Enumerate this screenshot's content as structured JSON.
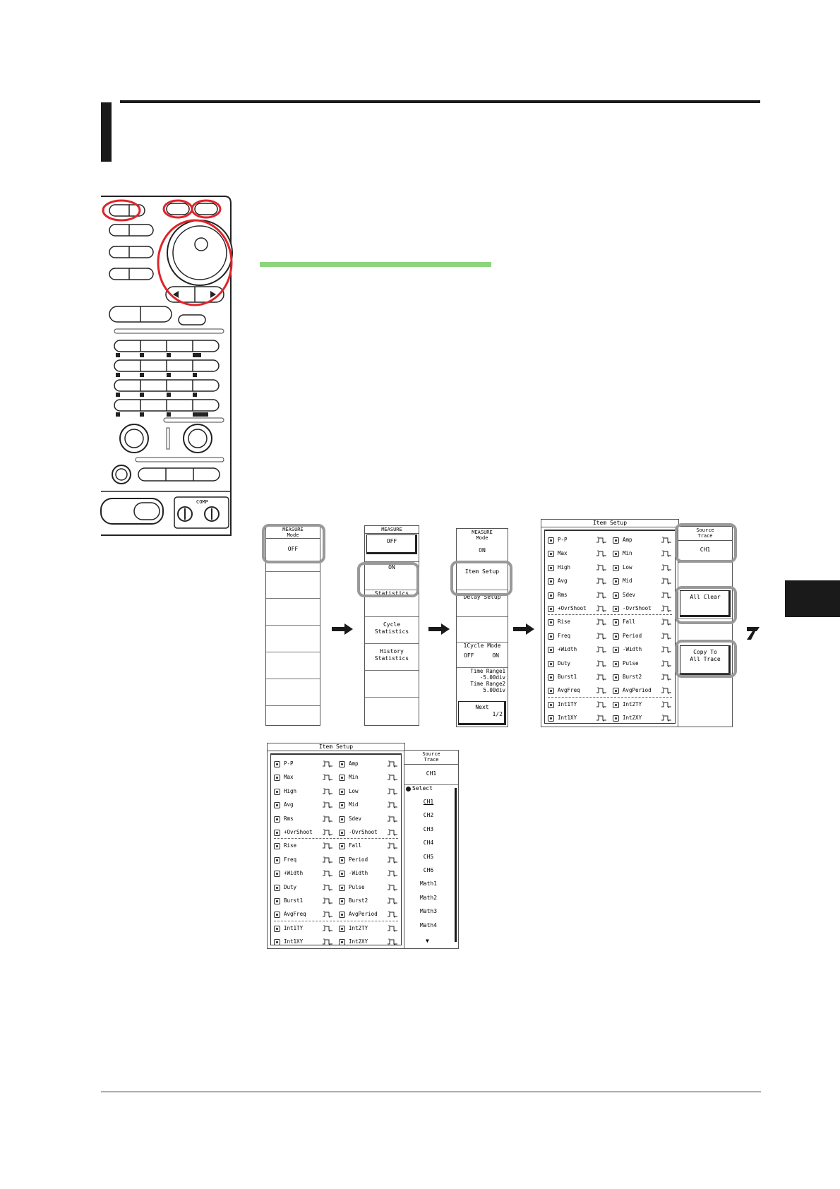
{
  "diagram1": {
    "menu_measure_off": {
      "header": "MEASURE\nMode",
      "value": "OFF"
    },
    "menu_measure_on": {
      "header": "MEASURE",
      "keys": [
        "OFF",
        "ON",
        "Statistics",
        "Cycle\nStatistics",
        "History\nStatistics"
      ]
    },
    "menu_measure_setup": {
      "header": "MEASURE\nMode",
      "mode_value": "ON",
      "keys": [
        "Item Setup",
        "Delay Setup"
      ],
      "cycle_mode": {
        "label": "1Cycle Mode",
        "off": "OFF",
        "on": "ON"
      },
      "time_range1_label": "Time Range1",
      "time_range1_value": "-5.00div",
      "time_range2_label": "Time Range2",
      "time_range2_value": "5.00div",
      "next_label": "Next",
      "next_page": "1/2"
    },
    "item_setup": {
      "title": "Item Setup",
      "source_header": "Source\nTrace",
      "source_value": "CH1",
      "all_clear": "All Clear",
      "copy_to_all": "Copy To\nAll Trace"
    }
  },
  "diagram2": {
    "item_setup_title": "Item Setup",
    "source_header": "Source\nTrace",
    "source_value": "CH1",
    "select_label": "Select",
    "channels": [
      "CH1",
      "CH2",
      "CH3",
      "CH4",
      "CH5",
      "CH6",
      "Math1",
      "Math2",
      "Math3",
      "Math4"
    ]
  },
  "items": [
    [
      "P-P",
      "Amp"
    ],
    [
      "Max",
      "Min"
    ],
    [
      "High",
      "Low"
    ],
    [
      "Avg",
      "Mid"
    ],
    [
      "Rms",
      "Sdev"
    ],
    [
      "+OvrShoot",
      "-OvrShoot"
    ],
    [
      "Rise",
      "Fall"
    ],
    [
      "Freq",
      "Period"
    ],
    [
      "+Width",
      "-Width"
    ],
    [
      "Duty",
      "Pulse"
    ],
    [
      "Burst1",
      "Burst2"
    ],
    [
      "AvgFreq",
      "AvgPeriod"
    ],
    [
      "Int1TY",
      "Int2TY"
    ],
    [
      "Int1XY",
      "Int2XY"
    ]
  ],
  "panel": {
    "comp_label": "COMP"
  },
  "colors": {
    "highlight_red": "#e0232a",
    "green_bar": "#8ed47e",
    "callout_gray": "#999999",
    "dark": "#1a1a1a"
  }
}
